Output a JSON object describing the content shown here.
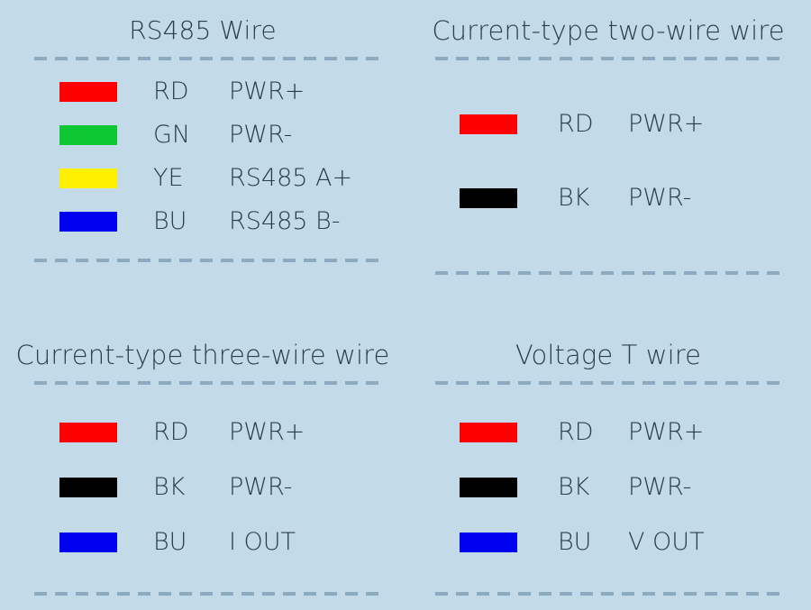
{
  "theme": {
    "background": "#c3dae8",
    "text": "#2c3e4a",
    "rule": "#8caac0"
  },
  "wire_colors": {
    "RD": "#ff0000",
    "GN": "#0dc832",
    "YE": "#fff000",
    "BU": "#0000f0",
    "BK": "#000000"
  },
  "panels": [
    {
      "id": "rs485-wire",
      "title": "RS485 Wire",
      "rows": [
        {
          "color": "#ff0000",
          "color_name": "red",
          "code": "RD",
          "func": "PWR+"
        },
        {
          "color": "#0dc832",
          "color_name": "green",
          "code": "GN",
          "func": "PWR-"
        },
        {
          "color": "#fff000",
          "color_name": "yellow",
          "code": "YE",
          "func": "RS485 A+"
        },
        {
          "color": "#0000f0",
          "color_name": "blue",
          "code": "BU",
          "func": "RS485 B-"
        }
      ]
    },
    {
      "id": "current-type-two-wire",
      "title": "Current-type two-wire wire",
      "rows": [
        {
          "color": "#ff0000",
          "color_name": "red",
          "code": "RD",
          "func": "PWR+"
        },
        {
          "color": "#000000",
          "color_name": "black",
          "code": "BK",
          "func": "PWR-"
        }
      ]
    },
    {
      "id": "current-type-three-wire",
      "title": "Current-type three-wire wire",
      "rows": [
        {
          "color": "#ff0000",
          "color_name": "red",
          "code": "RD",
          "func": "PWR+"
        },
        {
          "color": "#000000",
          "color_name": "black",
          "code": "BK",
          "func": "PWR-"
        },
        {
          "color": "#0000f0",
          "color_name": "blue",
          "code": "BU",
          "func": "I OUT"
        }
      ]
    },
    {
      "id": "voltage-t-wire",
      "title": "Voltage T wire",
      "rows": [
        {
          "color": "#ff0000",
          "color_name": "red",
          "code": "RD",
          "func": "PWR+"
        },
        {
          "color": "#000000",
          "color_name": "black",
          "code": "BK",
          "func": "PWR-"
        },
        {
          "color": "#0000f0",
          "color_name": "blue",
          "code": "BU",
          "func": "V OUT"
        }
      ]
    }
  ]
}
